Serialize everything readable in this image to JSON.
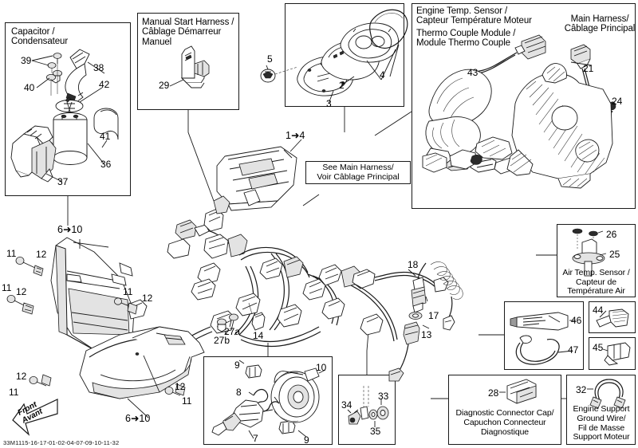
{
  "sheet": {
    "footer_code": "33M1115-16-17-01-02-04-07-09-10-11-32",
    "front_arrow": "Front\nAvant"
  },
  "panels": [
    {
      "id": "capacitor",
      "title": "Capacitor /\nCondensateur",
      "callouts": [
        "39",
        "40",
        "38",
        "42",
        "41",
        "36",
        "37"
      ]
    },
    {
      "id": "manual-start-harness",
      "title": "Manual Start Harness /\nCâblage Démarreur\nManuel",
      "callouts": [
        "29"
      ]
    },
    {
      "id": "gauge-cluster",
      "title": "",
      "callouts": [
        "5",
        "2",
        "3",
        "4"
      ]
    },
    {
      "id": "engine-temp-sensor",
      "title": "Engine Temp. Sensor /\nCapteur Température Moteur",
      "subtitle": "Thermo Couple Module /\nModule Thermo Couple",
      "title2": "Main Harness/\nCâblage Principal",
      "callouts": [
        "43",
        "21",
        "24"
      ]
    },
    {
      "id": "air-temp-sensor",
      "title": "Air Temp. Sensor /\nCapteur de\nTempérature Air",
      "callouts": [
        "26",
        "25"
      ]
    },
    {
      "id": "grease-strap",
      "title": "",
      "callouts": [
        "46",
        "47"
      ]
    },
    {
      "id": "screw-44",
      "title": "",
      "callouts": [
        "44"
      ]
    },
    {
      "id": "clip-45",
      "title": "",
      "callouts": [
        "45"
      ]
    },
    {
      "id": "headlamp-bulb",
      "title": "",
      "callouts": [
        "9",
        "10",
        "8",
        "7"
      ]
    },
    {
      "id": "horn-parts",
      "title": "",
      "callouts": [
        "34",
        "33",
        "35"
      ]
    },
    {
      "id": "diagnostic-connector-cap",
      "title": "Diagnostic Connector Cap/\nCapuchon Connecteur\nDiagnostique",
      "callouts": [
        "28"
      ]
    },
    {
      "id": "engine-support-ground-wire",
      "title": "Engine Support\nGround Wire/\nFil de Masse\nSupport Moteur",
      "callouts": [
        "32"
      ]
    }
  ],
  "callout_boxes": {
    "main_harness": "See Main Harness/\nVoir Câblage Principal"
  },
  "labels": {
    "capacitor_title": "Capacitor /\nCondensateur",
    "manual_start_title": "Manual Start Harness /\nCâblage Démarreur\nManuel",
    "engine_temp_title": "Engine Temp. Sensor /\nCapteur Température Moteur",
    "thermo_couple_title": "Thermo Couple Module /\nModule Thermo Couple",
    "main_harness_title": "Main Harness/\nCâblage Principal",
    "air_temp_title": "Air Temp. Sensor /\nCapteur de\nTempérature Air",
    "diagnostic_title": "Diagnostic Connector Cap/\nCapuchon Connecteur\nDiagnostique",
    "engine_support_title": "Engine Support\nGround Wire/\nFil de Masse\nSupport Moteur",
    "see_main_harness": "See Main Harness/\nVoir Câblage Principal"
  },
  "part_numbers": {
    "n1_4": "1➜4",
    "n2": "2",
    "n3": "3",
    "n4": "4",
    "n5": "5",
    "n6_10_top": "6➜10",
    "n6_10_bottom": "6➜10",
    "n7": "7",
    "n8": "8",
    "n9a": "9",
    "n9b": "9",
    "n10": "10",
    "n11a": "11",
    "n11b": "11",
    "n11c": "11",
    "n11d": "11",
    "n11e": "11",
    "n12a": "12",
    "n12b": "12",
    "n12c": "12",
    "n12d": "12",
    "n12e": "12",
    "n13": "13",
    "n14": "14",
    "n17": "17",
    "n18": "18",
    "n21": "21",
    "n24": "24",
    "n25": "25",
    "n26": "26",
    "n27a": "27a",
    "n27b": "27b",
    "n28": "28",
    "n29": "29",
    "n32": "32",
    "n33": "33",
    "n34": "34",
    "n35": "35",
    "n36": "36",
    "n37": "37",
    "n38": "38",
    "n39": "39",
    "n40": "40",
    "n41": "41",
    "n42": "42",
    "n43": "43",
    "n44": "44",
    "n45": "45",
    "n46": "46",
    "n47": "47"
  }
}
